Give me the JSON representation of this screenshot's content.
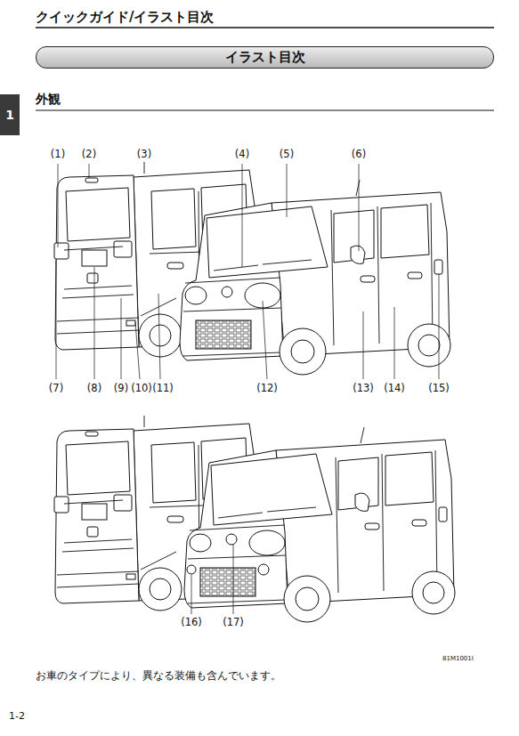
{
  "diagram": {
    "title": "クイックガイド/イラスト目次",
    "nodes": [
      {
        "text": [
          "イラスト目次"
        ]
      },
      {
        "text": [
          "1"
        ]
      }
    ],
    "labels": [
      "外観",
      "(1)",
      "(2)",
      "(3)",
      "(4)",
      "(5)",
      "(6)",
      "(7)",
      "(8)",
      "(9)",
      "(10)",
      "(11)",
      "(12)",
      "(13)",
      "(14)",
      "(15)",
      "(16)",
      "(17)",
      "81M1001I",
      "お車のタイプにより、異なる装備も含んでいます。",
      "1-2"
    ]
  }
}
